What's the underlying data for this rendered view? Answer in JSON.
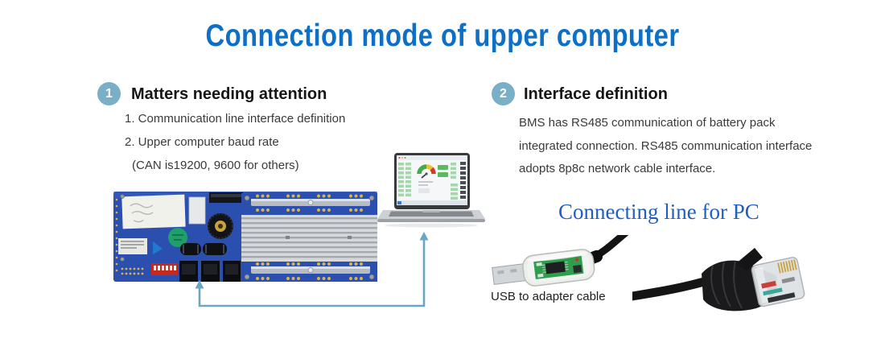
{
  "title": "Connection mode of upper computer",
  "sections": [
    {
      "number": "1",
      "heading": "Matters needing attention",
      "items": [
        "1. Communication line interface definition",
        "2. Upper computer baud rate",
        "(CAN is19200,  9600 for others)"
      ]
    },
    {
      "number": "2",
      "heading": "Interface definition",
      "lines": [
        "BMS has RS485 communication of battery pack",
        "integrated connection. RS485 communication interface",
        "adopts 8p8c network cable interface."
      ]
    }
  ],
  "labels": {
    "connecting_line": "Connecting line for PC",
    "usb_caption": "USB to adapter cable"
  },
  "images": {
    "bms_board": "bms-circuit-board-photo",
    "laptop": "laptop-running-bms-monitor-software-photo",
    "usb_adapter": "usb-to-serial-adapter-cable-photo",
    "network_cable": "rj45-network-cable-photo",
    "arrows": "connection-arrows-board-to-laptop"
  },
  "colors": {
    "title_blue": "#0e6fc6",
    "badge_blue": "#79afc7",
    "arrow_blue": "#6aa6c2",
    "serif_blue": "#1f5fc4",
    "heading_text": "#161616",
    "body_text": "#3a3a3a",
    "pcb_blue": "#2a4fae"
  }
}
